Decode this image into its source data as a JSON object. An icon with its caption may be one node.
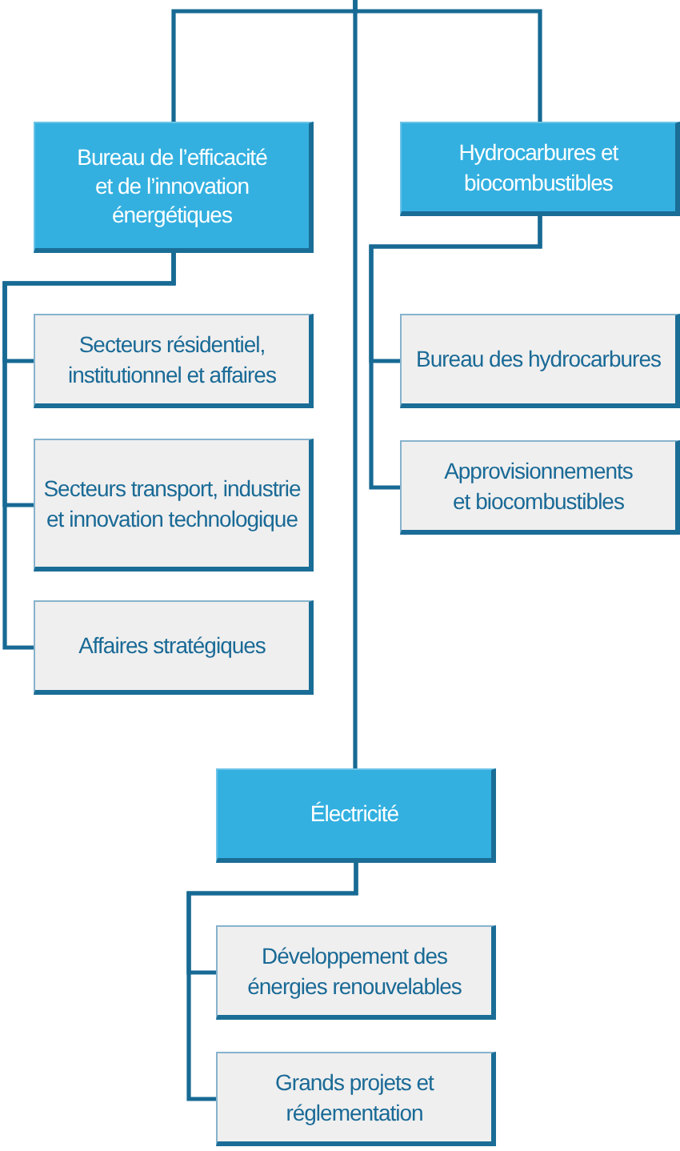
{
  "diagram": {
    "nodes": [
      {
        "text": [
          "Bureau de l’efficacité et de l’innovation énergétiques"
        ]
      },
      {
        "text": [
          "Secteurs résidentiel, institutionnel et affaires"
        ]
      },
      {
        "text": [
          "Secteurs transport, industrie et innovation technologique"
        ]
      },
      {
        "text": [
          "Affaires stratégiques"
        ]
      },
      {
        "text": [
          "Hydrocarbures et biocombustibles"
        ]
      },
      {
        "text": [
          "Bureau des hydrocarbures"
        ]
      },
      {
        "text": [
          "Approvisionnements et biocombustibles"
        ]
      },
      {
        "text": [
          "Électricité"
        ]
      },
      {
        "text": [
          "Développement des énergies renouvelables"
        ]
      },
      {
        "text": [
          "Grands projets et réglementation"
        ]
      }
    ],
    "edges": [
      {
        "from": null,
        "to": 0,
        "arrow": "none"
      },
      {
        "from": null,
        "to": 4,
        "arrow": "none"
      },
      {
        "from": null,
        "to": 7,
        "arrow": "none"
      },
      {
        "from": 0,
        "to": 1,
        "arrow": "none"
      },
      {
        "from": 0,
        "to": 2,
        "arrow": "none"
      },
      {
        "from": 0,
        "to": 3,
        "arrow": "none"
      },
      {
        "from": 4,
        "to": 5,
        "arrow": "none"
      },
      {
        "from": 4,
        "to": 6,
        "arrow": "none"
      },
      {
        "from": 7,
        "to": 8,
        "arrow": "none"
      },
      {
        "from": 7,
        "to": 9,
        "arrow": "none"
      }
    ]
  }
}
